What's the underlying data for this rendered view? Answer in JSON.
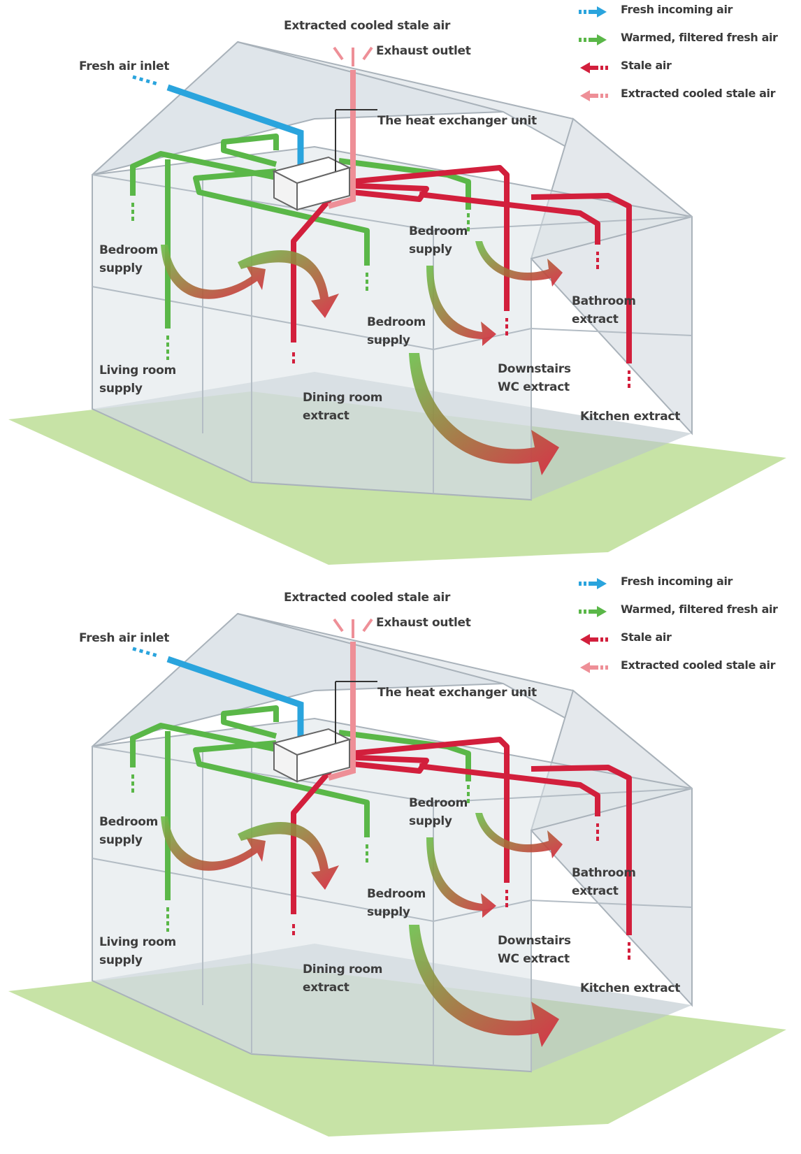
{
  "colors": {
    "fresh": "#2aa4dd",
    "warmed": "#5ab748",
    "stale": "#d21f3c",
    "extracted": "#ee8f97",
    "ground": "#c7e3a6",
    "frame": "#b8bec4"
  },
  "legend": [
    {
      "label": "Fresh incoming air",
      "icon": "fresh-air-arrow-icon"
    },
    {
      "label": "Warmed, filtered fresh air",
      "icon": "warmed-air-arrow-icon"
    },
    {
      "label": "Stale air",
      "icon": "stale-air-arrow-icon"
    },
    {
      "label": "Extracted cooled stale air",
      "icon": "extracted-air-arrow-icon"
    }
  ],
  "labels": {
    "exhaust_title": "Extracted cooled stale air",
    "exhaust_outlet": "Exhaust outlet",
    "fresh_inlet": "Fresh air inlet",
    "heat_exchanger": "The heat exchanger unit",
    "bedroom_supply_left": "Bedroom supply",
    "bedroom_supply_top": "Bedroom supply",
    "bedroom_supply_mid": "Bedroom supply",
    "living_room_supply": "Living room supply",
    "dining_room_extract": "Dining room extract",
    "downstairs_wc_extract": "Downstairs WC extract",
    "bathroom_extract": "Bathroom extract",
    "kitchen_extract": "Kitchen extract"
  }
}
